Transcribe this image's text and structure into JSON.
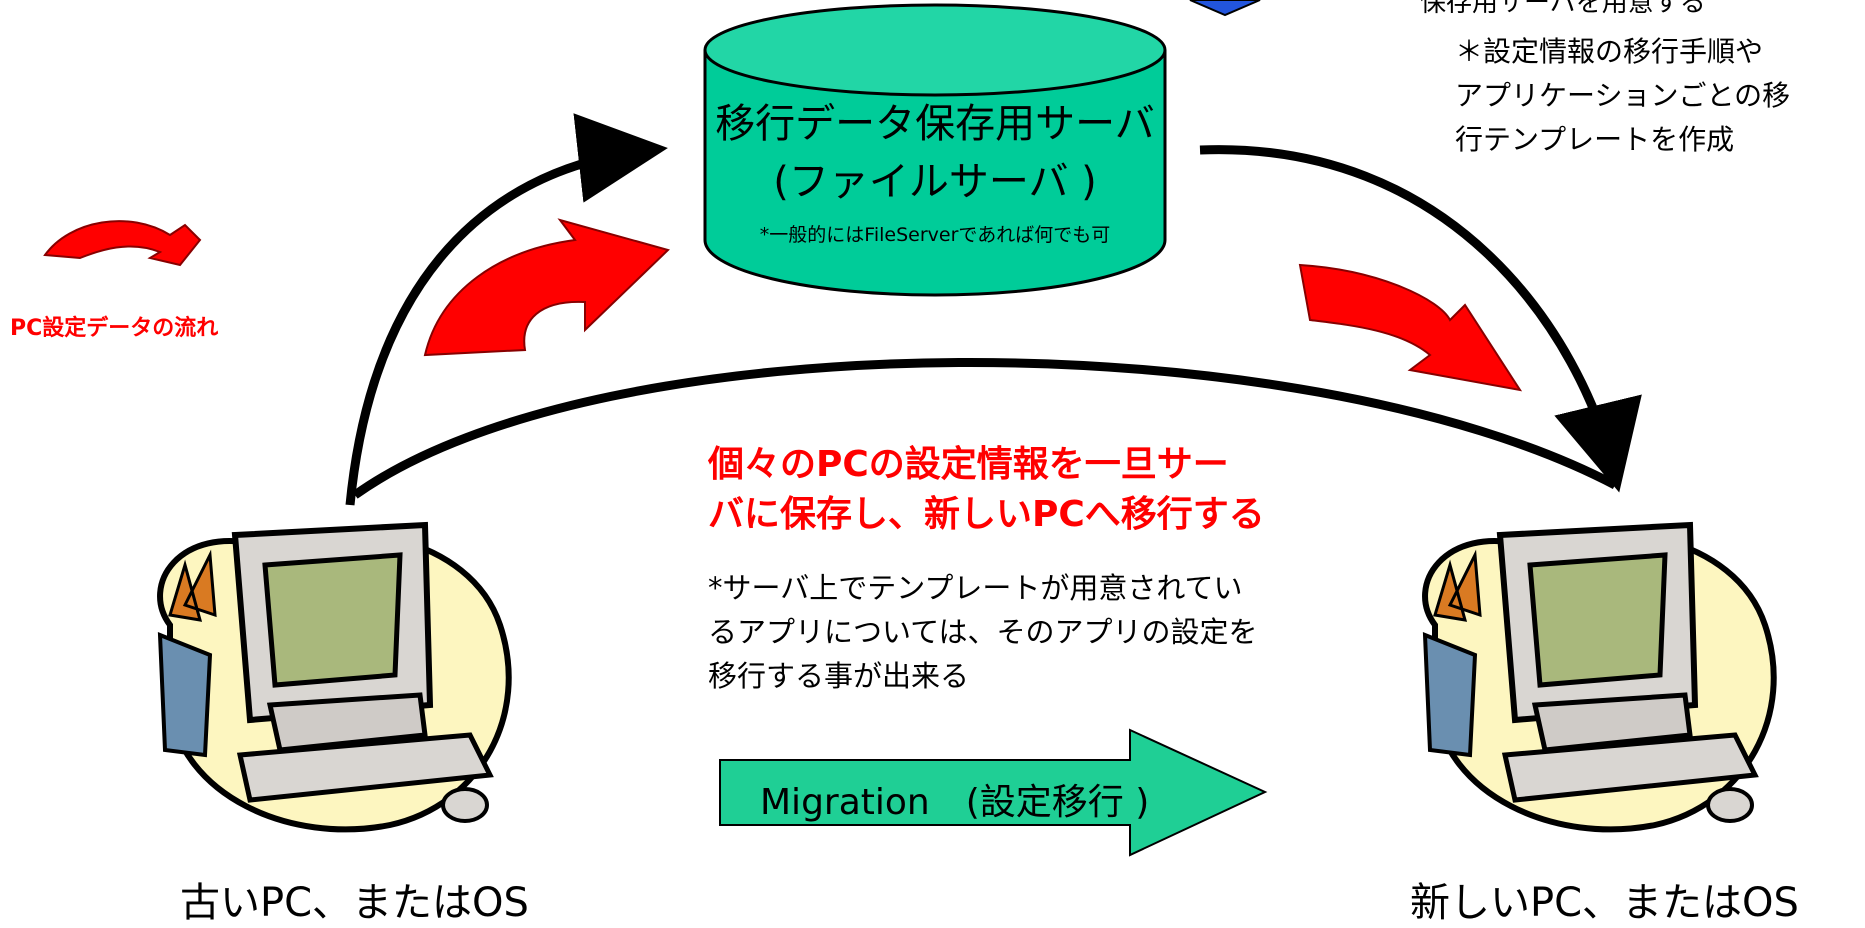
{
  "server": {
    "title_line1": "移行データ保存用サーバ",
    "title_line2": "(ファイルサーバ )",
    "note": "*一般的にはFileServerであれば何でも可"
  },
  "top_right": {
    "partial": "保存用サーバを用意する",
    "description_line1": "＊設定情報の移行手順や",
    "description_line2": "アプリケーションごとの移",
    "description_line3": "行テンプレートを作成"
  },
  "legend": {
    "label": "PC設定データの流れ",
    "arrow_icon": "curved-arrow-icon",
    "color": "#ff0000"
  },
  "main_message": {
    "line1": "個々のPCの設定情報を一旦サー",
    "line2": "バに保存し、新しいPCへ移行する",
    "color": "#ff0000"
  },
  "template_note": {
    "line1": "*サーバ上でテンプレートが用意されてい",
    "line2": "るアプリについては、そのアプリの設定を",
    "line3": "移行する事が出来る"
  },
  "migration_arrow": {
    "label": "Migration　(設定移行 )",
    "color": "#1fcf95"
  },
  "old_pc": {
    "label": "古いPC、またはOS",
    "icon": "computer-icon"
  },
  "new_pc": {
    "label": "新しいPC、またはOS",
    "icon": "computer-icon"
  },
  "colors": {
    "server_fill": "#00cc99",
    "server_top": "#22d6a6",
    "flow_arrow": "#ff0000",
    "blob": "#fdf6c0"
  }
}
